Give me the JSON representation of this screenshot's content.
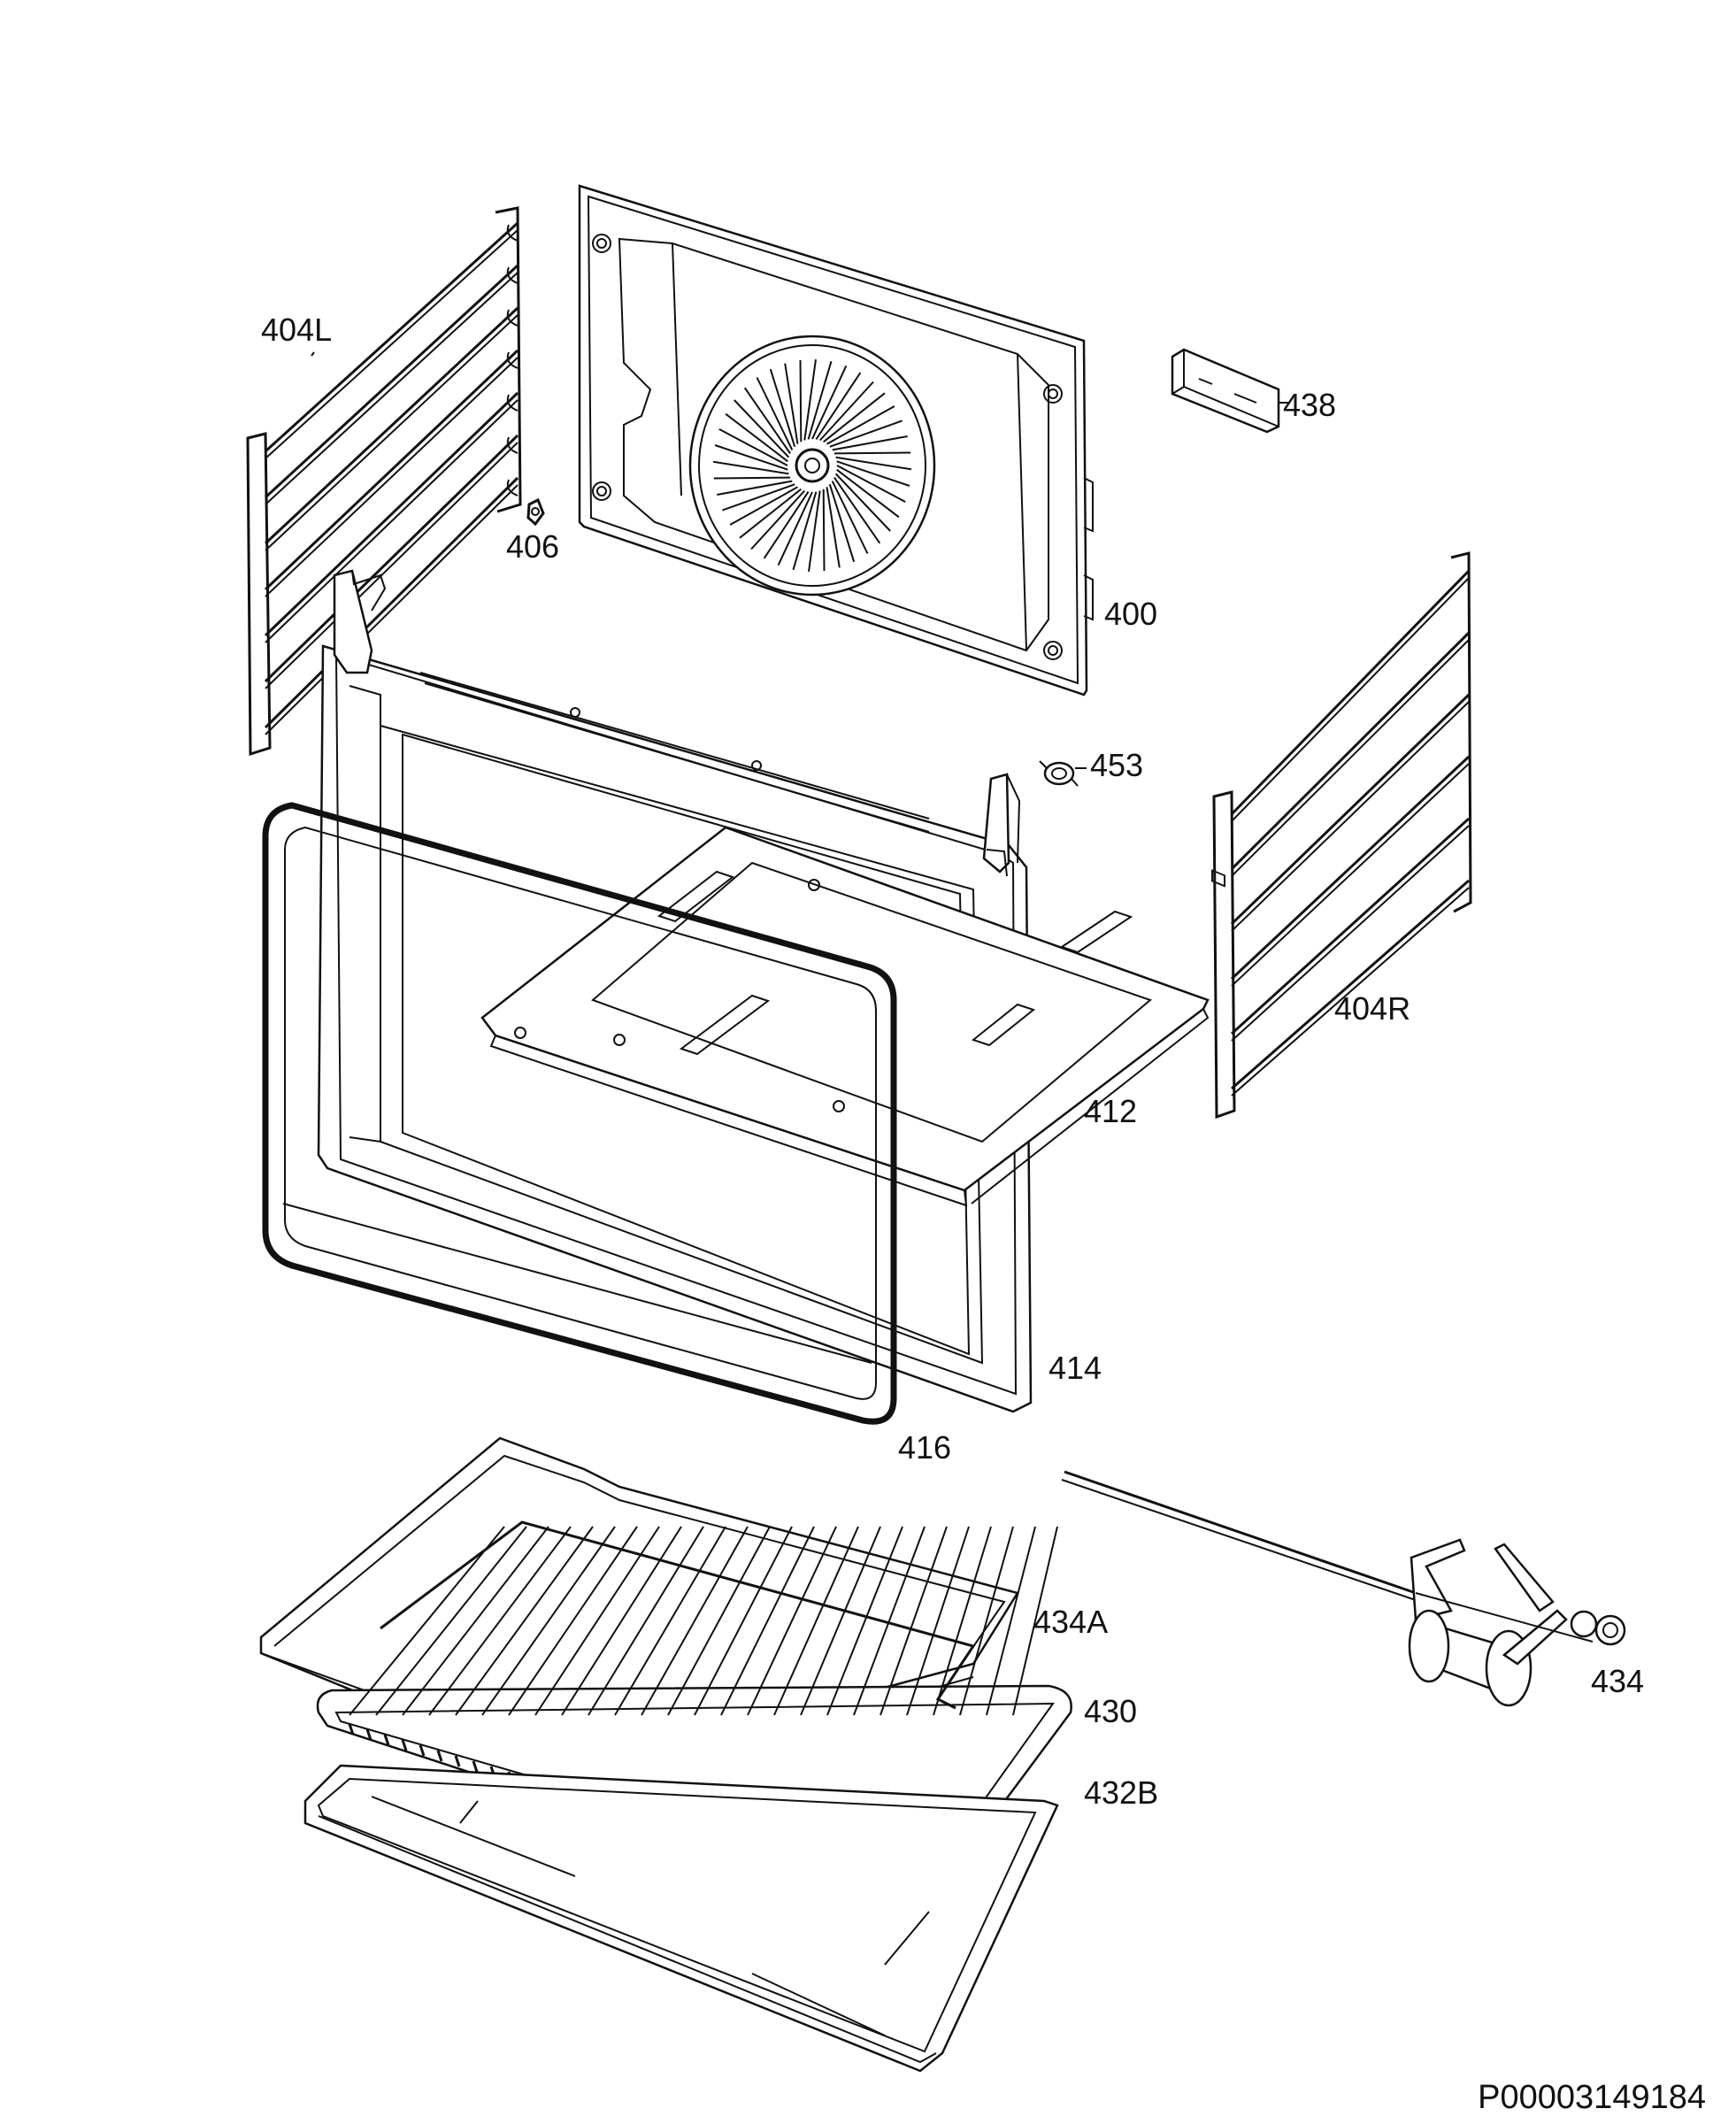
{
  "diagram": {
    "parts": [
      {
        "id": "part-400",
        "label": "400"
      },
      {
        "id": "part-404L",
        "label": "404L"
      },
      {
        "id": "part-404R",
        "label": "404R"
      },
      {
        "id": "part-406",
        "label": "406"
      },
      {
        "id": "part-412",
        "label": "412"
      },
      {
        "id": "part-414",
        "label": "414"
      },
      {
        "id": "part-416",
        "label": "416"
      },
      {
        "id": "part-430",
        "label": "430"
      },
      {
        "id": "part-432B",
        "label": "432B"
      },
      {
        "id": "part-434",
        "label": "434"
      },
      {
        "id": "part-434A",
        "label": "434A"
      },
      {
        "id": "part-438",
        "label": "438"
      },
      {
        "id": "part-453",
        "label": "453"
      }
    ],
    "drawing_code": "P00003149184"
  }
}
